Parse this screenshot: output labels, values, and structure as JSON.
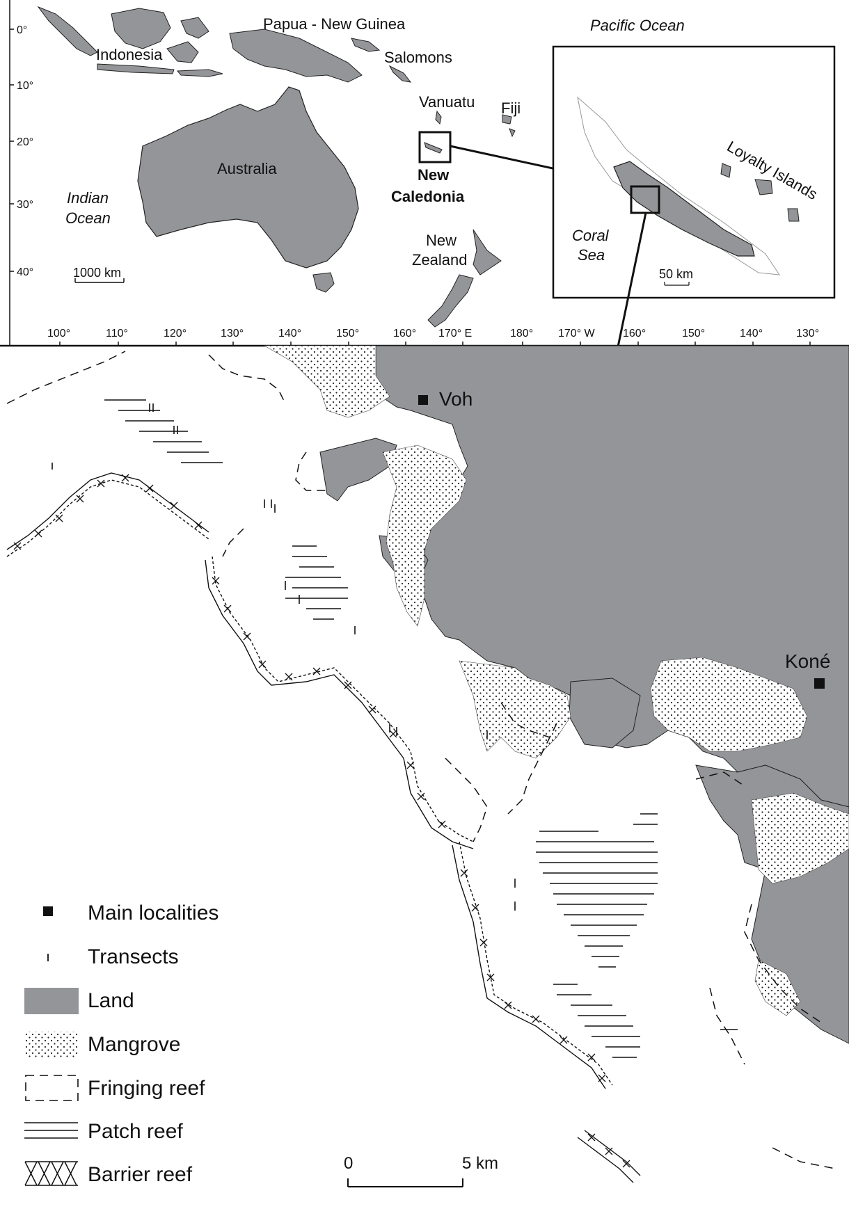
{
  "overview_map": {
    "place_labels": {
      "papua_new_guinea": "Papua - New Guinea",
      "indonesia": "Indonesia",
      "salomons": "Salomons",
      "vanuatu": "Vanuatu",
      "fiji": "Fiji",
      "australia": "Australia",
      "indian_ocean_1": "Indian",
      "indian_ocean_2": "Ocean",
      "new_caledonia_1": "New",
      "new_caledonia_2": "Caledonia",
      "new_zealand_1": "New",
      "new_zealand_2": "Zealand"
    },
    "latitude_ticks": [
      "0°",
      "10°",
      "20°",
      "30°",
      "40°"
    ],
    "longitude_ticks": [
      "100°",
      "110°",
      "120°",
      "130°",
      "140°",
      "150°",
      "160°",
      "170° E",
      "180°",
      "170° W",
      "160°",
      "150°",
      "140°",
      "130°"
    ],
    "scale_bar": "1000 km"
  },
  "inset_map": {
    "labels": {
      "pacific_ocean": "Pacific Ocean",
      "loyalty_islands": "Loyalty Islands",
      "coral_sea_1": "Coral",
      "coral_sea_2": "Sea"
    },
    "scale_bar": "50 km"
  },
  "detail_map": {
    "localities": {
      "voh": "Voh",
      "kone": "Koné"
    },
    "scale_bar": {
      "start": "0",
      "end": "5 km"
    }
  },
  "legend": {
    "items": [
      {
        "key": "main_localities",
        "label": "Main localities"
      },
      {
        "key": "transects",
        "label": "Transects"
      },
      {
        "key": "land",
        "label": "Land"
      },
      {
        "key": "mangrove",
        "label": "Mangrove"
      },
      {
        "key": "fringing_reef",
        "label": "Fringing reef"
      },
      {
        "key": "patch_reef",
        "label": "Patch reef"
      },
      {
        "key": "barrier_reef",
        "label": "Barrier reef"
      }
    ]
  },
  "colors": {
    "land": "#939598",
    "line": "#111111",
    "background": "#ffffff"
  }
}
